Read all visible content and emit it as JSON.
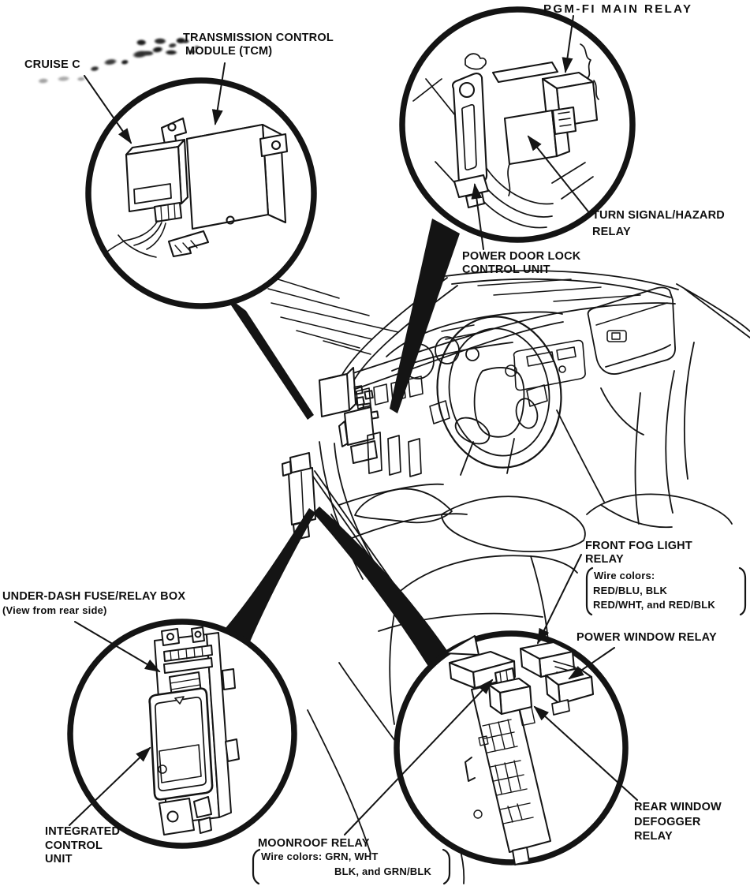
{
  "page": {
    "background": "#ffffff",
    "ink": "#141414"
  },
  "labels": {
    "cruise_control": {
      "line1": "CRUISE C"
    },
    "tcm": {
      "line1": "TRANSMISSION CONTROL",
      "line2": "MODULE (TCM)"
    },
    "pgm_fi_main_relay": {
      "line1": "PGM-FI MAIN RELAY"
    },
    "turn_signal_hazard_relay": {
      "line1": "TURN SIGNAL/HAZARD",
      "line2": "RELAY"
    },
    "power_door_lock_control_unit": {
      "line1": "POWER DOOR LOCK",
      "line2": "CONTROL UNIT"
    },
    "under_dash_fuse_relay_box": {
      "line1": "UNDER-DASH FUSE/RELAY BOX",
      "line2": "(View from rear side)"
    },
    "integrated_control_unit": {
      "line1": "INTEGRATED",
      "line2": "CONTROL",
      "line3": "UNIT"
    },
    "front_fog_light_relay": {
      "line1": "FRONT FOG LIGHT",
      "line2": "RELAY",
      "note_line1": "Wire colors:",
      "note_line2": "RED/BLU, BLK",
      "note_line3": "RED/WHT, and RED/BLK"
    },
    "power_window_relay": {
      "line1": "POWER WINDOW RELAY"
    },
    "rear_window_defogger_relay": {
      "line1": "REAR WINDOW",
      "line2": "DEFOGGER",
      "line3": "RELAY"
    },
    "moonroof_relay": {
      "line1": "MOONROOF RELAY",
      "note_line1": "Wire colors: GRN, WHT",
      "note_line2": "BLK, and GRN/BLK"
    }
  }
}
